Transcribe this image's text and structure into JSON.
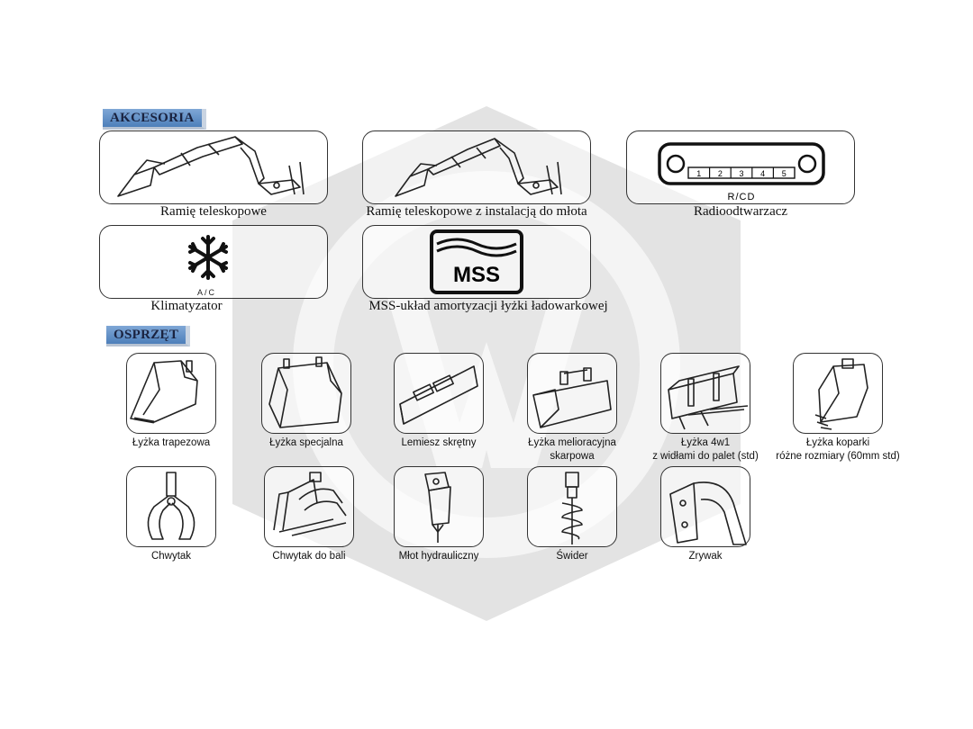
{
  "accesoria": {
    "title": "AKCESORIA",
    "items": [
      {
        "caption": "Ramię teleskopowe"
      },
      {
        "caption": "Ramię teleskopowe z instalacją do młota"
      },
      {
        "caption": "Radioodtwarzacz",
        "device_label": "R/CD",
        "buttons": [
          "1",
          "2",
          "3",
          "4",
          "5"
        ]
      },
      {
        "caption": "Klimatyzator",
        "icon_label": "A/C"
      },
      {
        "caption": "MSS-układ amortyzacji łyżki ładowarkowej",
        "logo_text": "MSS"
      }
    ]
  },
  "osprzet": {
    "title": "OSPRZĘT",
    "items": [
      {
        "line1": "Łyżka trapezowa",
        "line2": ""
      },
      {
        "line1": "Łyżka specjalna",
        "line2": ""
      },
      {
        "line1": "Lemiesz skrętny",
        "line2": ""
      },
      {
        "line1": "Łyżka melioracyjna",
        "line2": "skarpowa"
      },
      {
        "line1": "Łyżka 4w1",
        "line2": "z widłami do palet (std)"
      },
      {
        "line1": "Łyżka koparki",
        "line2": "różne rozmiary (60mm std)"
      },
      {
        "line1": "Chwytak",
        "line2": ""
      },
      {
        "line1": "Chwytak do bali",
        "line2": ""
      },
      {
        "line1": "Młot hydrauliczny",
        "line2": ""
      },
      {
        "line1": "Świder",
        "line2": ""
      },
      {
        "line1": "Zrywak",
        "line2": ""
      }
    ]
  }
}
